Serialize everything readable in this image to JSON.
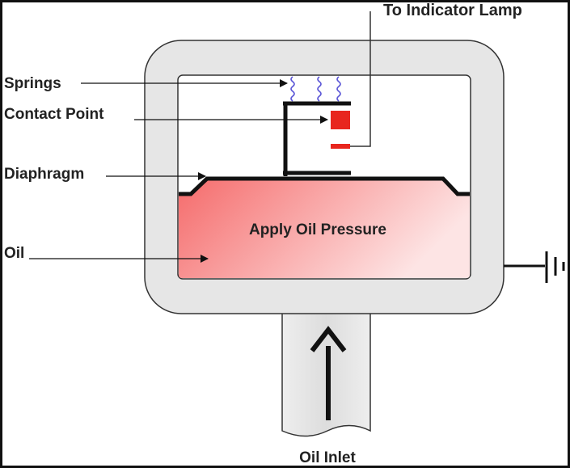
{
  "labels": {
    "indicator_lamp": "To Indicator Lamp",
    "springs": "Springs",
    "contact_point": "Contact Point",
    "diaphragm": "Diaphragm",
    "oil": "Oil",
    "apply_oil_pressure": "Apply Oil Pressure",
    "oil_inlet": "Oil Inlet"
  },
  "colors": {
    "housing": "#e6e6e6",
    "oil_dark": "#f56b6b",
    "oil_light": "#fde2e2",
    "contact": "#e8261e",
    "spring": "#5a55d6",
    "line": "#111111"
  }
}
